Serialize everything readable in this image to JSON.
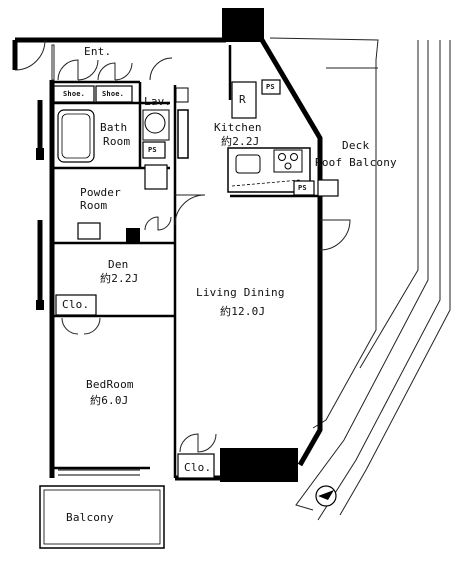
{
  "rooms": {
    "entrance": "Ent.",
    "shoe1": "Shoe.",
    "shoe2": "Shoe.",
    "lavatory": "Lav.",
    "bath_line1": "Bath",
    "bath_line2": "Room",
    "ps_bath": "PS",
    "powder_line1": "Powder",
    "powder_line2": "Room",
    "kitchen_name": "Kitchen",
    "kitchen_size": "約2.2J",
    "fridge": "R",
    "ps_fridge": "PS",
    "ps_kitchen": "PS",
    "deck_line1": "Deck",
    "deck_line2": "Roof Balcony",
    "den_name": "Den",
    "den_size": "約2.2J",
    "closet_den": "Clo.",
    "living_name": "Living Dining",
    "living_size": "約12.0J",
    "bedroom_name": "BedRoom",
    "bedroom_size": "約6.0J",
    "closet_living": "Clo.",
    "balcony": "Balcony"
  }
}
